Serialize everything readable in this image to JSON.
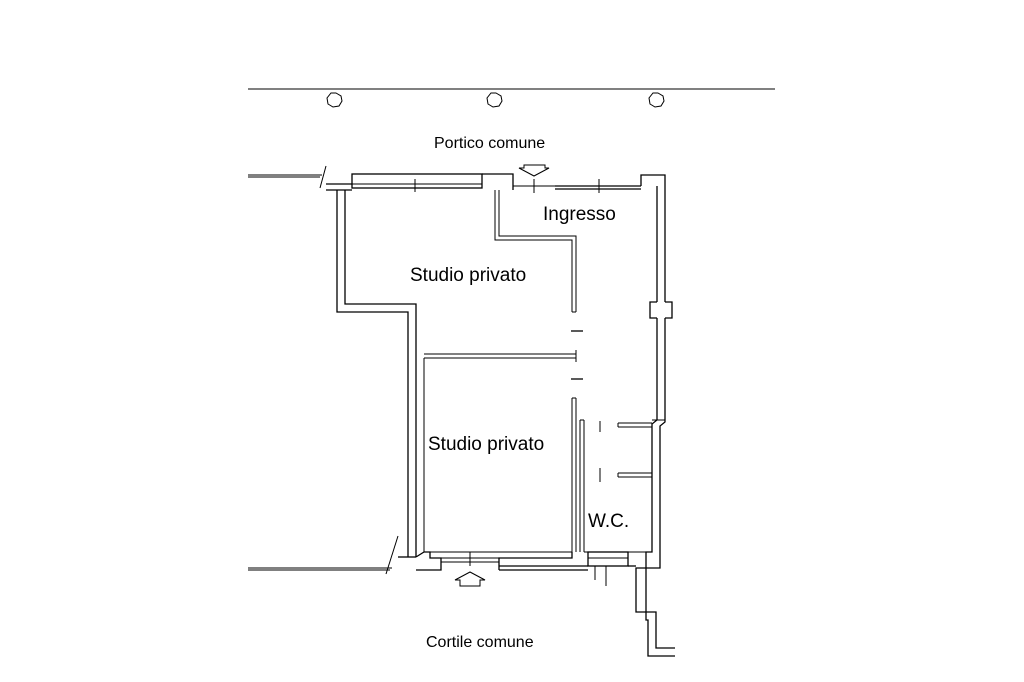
{
  "labels": {
    "portico": "Portico comune",
    "ingresso": "Ingresso",
    "studio_1": "Studio privato",
    "studio_2": "Studio privato",
    "wc": "W.C.",
    "cortile": "Cortile comune"
  }
}
